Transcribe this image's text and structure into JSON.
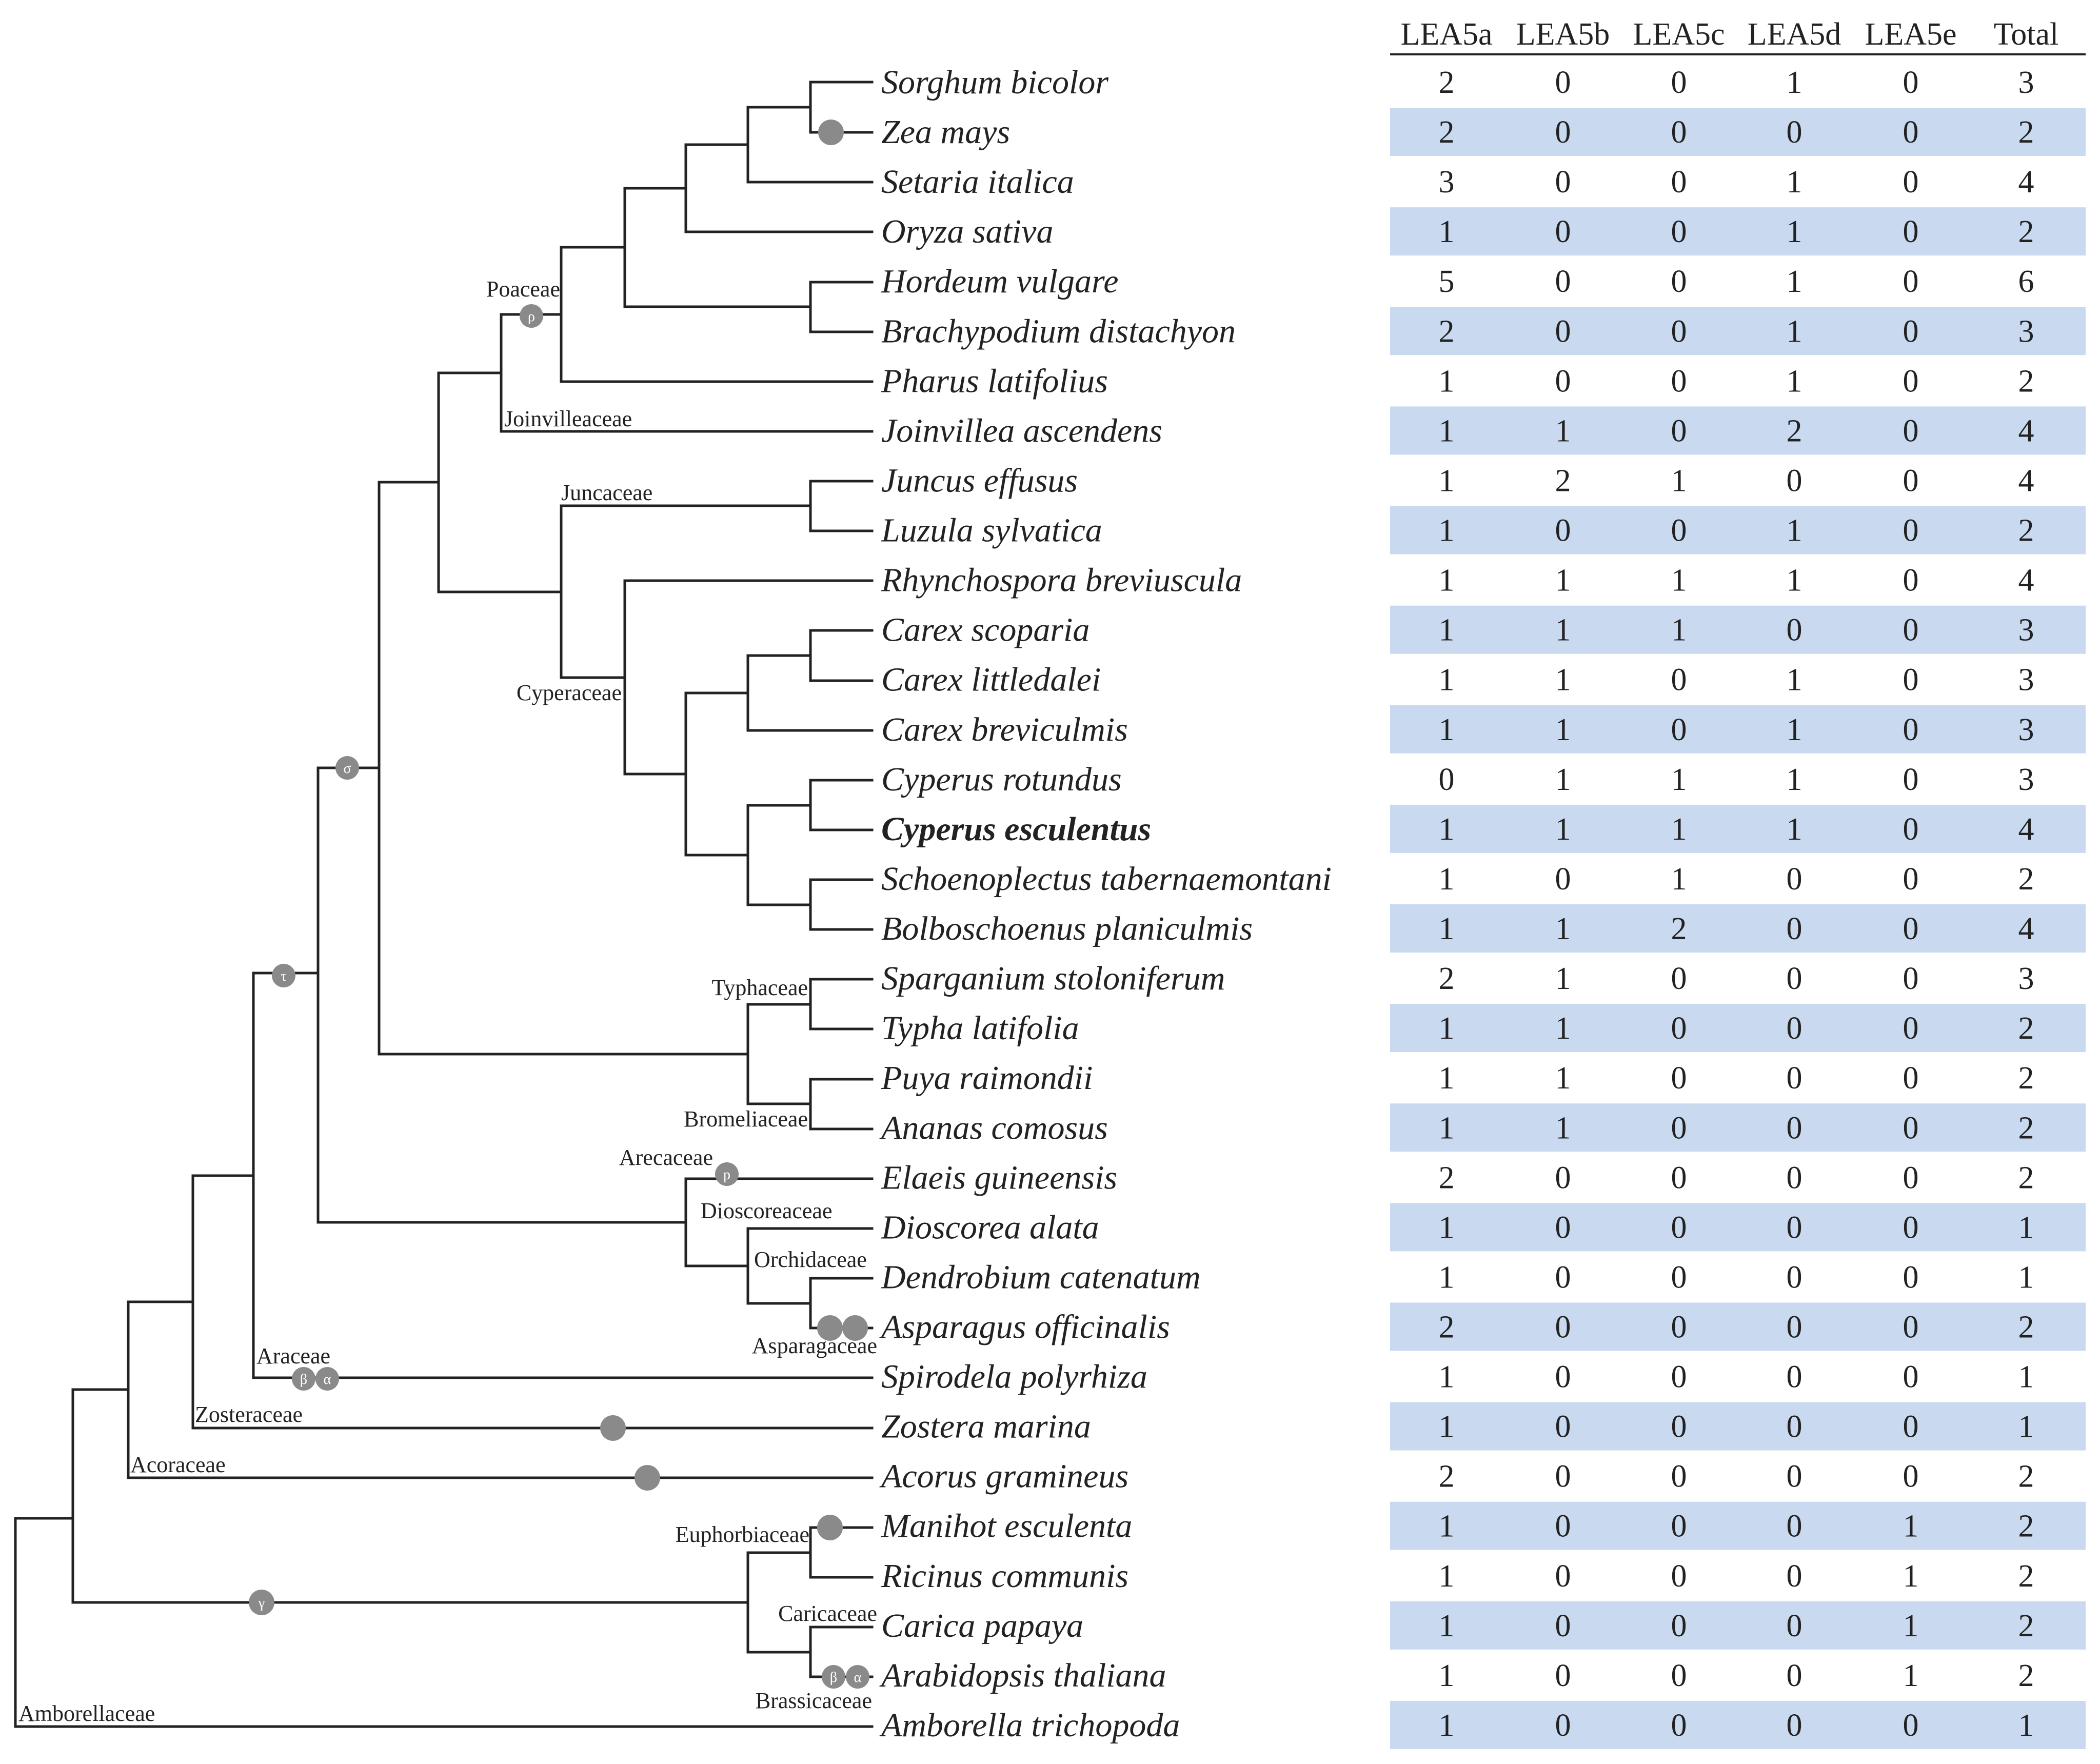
{
  "columns": [
    "LEA5a",
    "LEA5b",
    "LEA5c",
    "LEA5d",
    "LEA5e",
    "Total"
  ],
  "colors": {
    "stripe": "#c9daf0",
    "line": "#222222",
    "wgd": "#8a8a8a"
  },
  "rows": [
    {
      "species": "Sorghum bicolor",
      "values": [
        "2",
        "0",
        "0",
        "1",
        "0",
        "3"
      ]
    },
    {
      "species": "Zea mays",
      "values": [
        "2",
        "0",
        "0",
        "0",
        "0",
        "2"
      ]
    },
    {
      "species": "Setaria italica",
      "values": [
        "3",
        "0",
        "0",
        "1",
        "0",
        "4"
      ]
    },
    {
      "species": "Oryza sativa",
      "values": [
        "1",
        "0",
        "0",
        "1",
        "0",
        "2"
      ]
    },
    {
      "species": "Hordeum vulgare",
      "values": [
        "5",
        "0",
        "0",
        "1",
        "0",
        "6"
      ]
    },
    {
      "species": "Brachypodium distachyon",
      "values": [
        "2",
        "0",
        "0",
        "1",
        "0",
        "3"
      ]
    },
    {
      "species": "Pharus latifolius",
      "values": [
        "1",
        "0",
        "0",
        "1",
        "0",
        "2"
      ]
    },
    {
      "species": "Joinvillea ascendens",
      "values": [
        "1",
        "1",
        "0",
        "2",
        "0",
        "4"
      ]
    },
    {
      "species": "Juncus effusus",
      "values": [
        "1",
        "2",
        "1",
        "0",
        "0",
        "4"
      ]
    },
    {
      "species": "Luzula sylvatica",
      "values": [
        "1",
        "0",
        "0",
        "1",
        "0",
        "2"
      ]
    },
    {
      "species": "Rhynchospora breviuscula",
      "values": [
        "1",
        "1",
        "1",
        "1",
        "0",
        "4"
      ]
    },
    {
      "species": "Carex scoparia",
      "values": [
        "1",
        "1",
        "1",
        "0",
        "0",
        "3"
      ]
    },
    {
      "species": "Carex littledalei",
      "values": [
        "1",
        "1",
        "0",
        "1",
        "0",
        "3"
      ]
    },
    {
      "species": "Carex breviculmis",
      "values": [
        "1",
        "1",
        "0",
        "1",
        "0",
        "3"
      ]
    },
    {
      "species": "Cyperus rotundus",
      "values": [
        "0",
        "1",
        "1",
        "1",
        "0",
        "3"
      ]
    },
    {
      "species": "Cyperus esculentus",
      "values": [
        "1",
        "1",
        "1",
        "1",
        "0",
        "4"
      ],
      "bold": true
    },
    {
      "species": "Schoenoplectus tabernaemontani",
      "values": [
        "1",
        "0",
        "1",
        "0",
        "0",
        "2"
      ]
    },
    {
      "species": "Bolboschoenus planiculmis",
      "values": [
        "1",
        "1",
        "2",
        "0",
        "0",
        "4"
      ]
    },
    {
      "species": "Sparganium stoloniferum",
      "values": [
        "2",
        "1",
        "0",
        "0",
        "0",
        "3"
      ]
    },
    {
      "species": "Typha latifolia",
      "values": [
        "1",
        "1",
        "0",
        "0",
        "0",
        "2"
      ]
    },
    {
      "species": "Puya raimondii",
      "values": [
        "1",
        "1",
        "0",
        "0",
        "0",
        "2"
      ]
    },
    {
      "species": "Ananas comosus",
      "values": [
        "1",
        "1",
        "0",
        "0",
        "0",
        "2"
      ]
    },
    {
      "species": "Elaeis guineensis",
      "values": [
        "2",
        "0",
        "0",
        "0",
        "0",
        "2"
      ]
    },
    {
      "species": "Dioscorea alata",
      "values": [
        "1",
        "0",
        "0",
        "0",
        "0",
        "1"
      ]
    },
    {
      "species": "Dendrobium catenatum",
      "values": [
        "1",
        "0",
        "0",
        "0",
        "0",
        "1"
      ]
    },
    {
      "species": "Asparagus officinalis",
      "values": [
        "2",
        "0",
        "0",
        "0",
        "0",
        "2"
      ]
    },
    {
      "species": "Spirodela polyrhiza",
      "values": [
        "1",
        "0",
        "0",
        "0",
        "0",
        "1"
      ]
    },
    {
      "species": "Zostera marina",
      "values": [
        "1",
        "0",
        "0",
        "0",
        "0",
        "1"
      ]
    },
    {
      "species": "Acorus gramineus",
      "values": [
        "2",
        "0",
        "0",
        "0",
        "0",
        "2"
      ]
    },
    {
      "species": "Manihot esculenta",
      "values": [
        "1",
        "0",
        "0",
        "0",
        "1",
        "2"
      ]
    },
    {
      "species": "Ricinus communis",
      "values": [
        "1",
        "0",
        "0",
        "0",
        "1",
        "2"
      ]
    },
    {
      "species": "Carica papaya",
      "values": [
        "1",
        "0",
        "0",
        "0",
        "1",
        "2"
      ]
    },
    {
      "species": "Arabidopsis thaliana",
      "values": [
        "1",
        "0",
        "0",
        "0",
        "1",
        "2"
      ]
    },
    {
      "species": "Amborella trichopoda",
      "values": [
        "1",
        "0",
        "0",
        "0",
        "0",
        "1"
      ]
    }
  ],
  "families": [
    "Poaceae",
    "Joinvilleaceae",
    "Juncaceae",
    "Cyperaceae",
    "Typhaceae",
    "Bromeliaceae",
    "Arecaceae",
    "Dioscoreaceae",
    "Orchidaceae",
    "Asparagaceae",
    "Araceae",
    "Zosteraceae",
    "Acoraceae",
    "Euphorbiaceae",
    "Caricaceae",
    "Brassicaceae",
    "Amborellaceae"
  ],
  "wgd_events": [
    {
      "label": "ρ",
      "node": "Poaceae"
    },
    {
      "label": "σ",
      "node": "Poales"
    },
    {
      "label": "τ",
      "node": "Commelinids"
    },
    {
      "label": "p",
      "node": "Arecaceae"
    },
    {
      "label": "β",
      "node": "Araceae"
    },
    {
      "label": "α",
      "node": "Araceae"
    },
    {
      "label": "β",
      "node": "Brassicaceae"
    },
    {
      "label": "α",
      "node": "Brassicaceae"
    },
    {
      "label": "γ",
      "node": "Eudicots"
    }
  ]
}
